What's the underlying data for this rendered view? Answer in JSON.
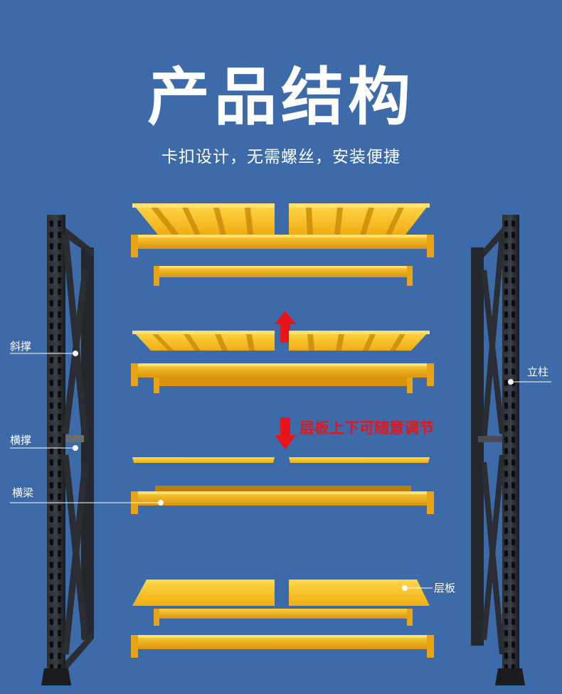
{
  "title": "产品结构",
  "subtitle": "卡扣设计，无需螺丝，安装便捷",
  "labels": {
    "diagonal_brace": "斜撑",
    "horizontal_brace": "横撑",
    "crossbeam": "横梁",
    "upright": "立柱",
    "shelf_panel": "层板"
  },
  "adjust_note": "层板上下可随意调节",
  "colors": {
    "background": "#3d6aa8",
    "shelf_yellow": "#f2b51e",
    "frame_black": "#1f2226",
    "arrow_red": "#e8141a"
  }
}
